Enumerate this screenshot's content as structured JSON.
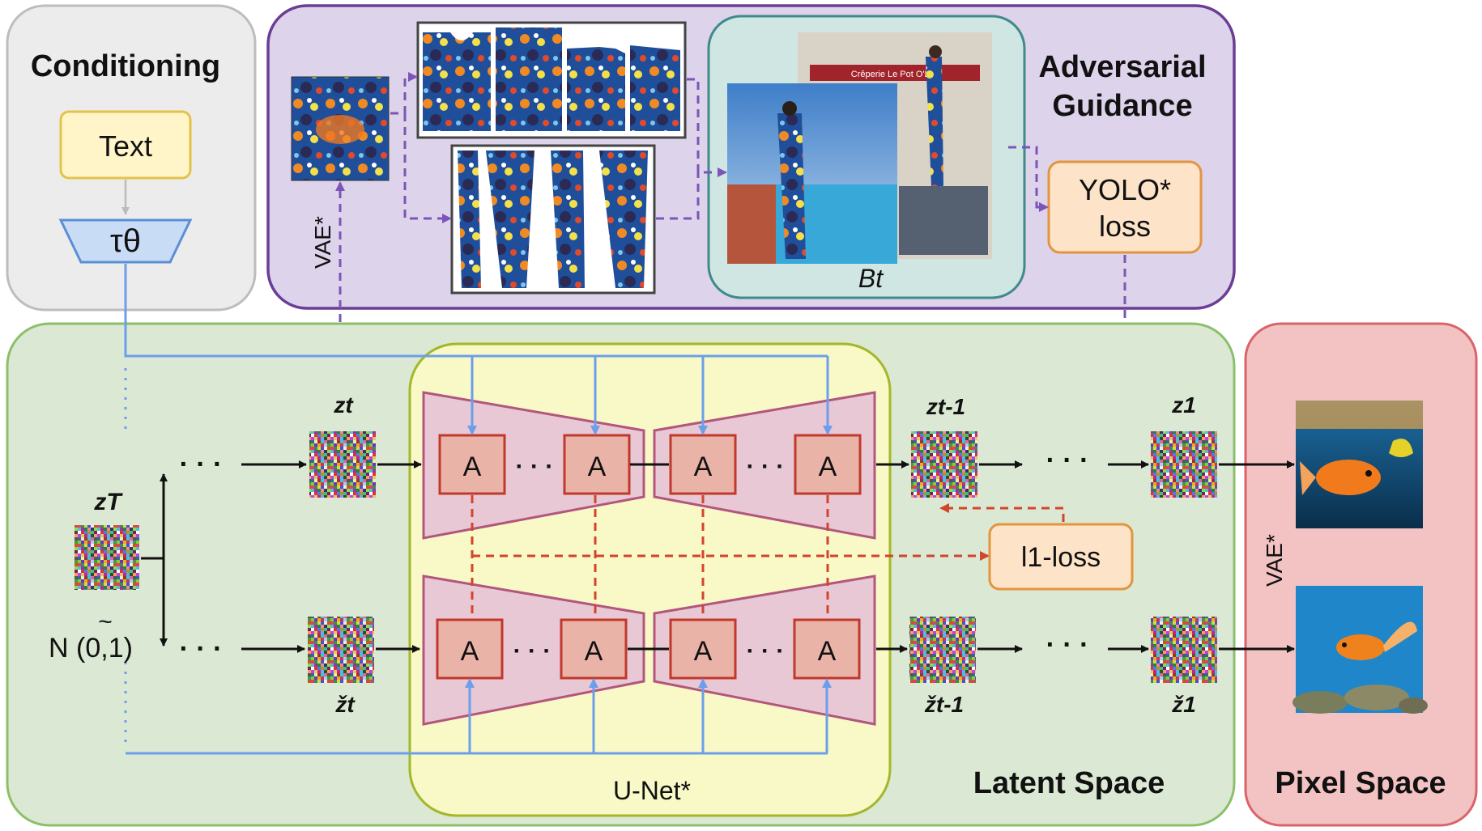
{
  "conditioning": {
    "title": "Conditioning",
    "text_box": "Text",
    "encoder": "τθ"
  },
  "adversarial": {
    "title_line1": "Adversarial",
    "title_line2": "Guidance",
    "vae_label": "VAE*",
    "backgrounds_label": "Bt",
    "yolo_line1": "YOLO*",
    "yolo_line2": "loss",
    "shop_sign": "Crêperie Le Pot O'Lait"
  },
  "latent": {
    "title": "Latent Space",
    "unet_label": "U-Net*",
    "attention_block": "A",
    "dots": "· · ·",
    "zT": "zT",
    "noise": "N (0,1)",
    "tilde": "~",
    "zt": "zt",
    "zt_check": "žt",
    "zt1": "zt-1",
    "zt1_check": "žt-1",
    "z1": "z1",
    "z1_check": "ž1",
    "l1_loss": "l1-loss"
  },
  "pixel": {
    "title": "Pixel Space",
    "vae_label": "VAE*"
  },
  "colors": {
    "blue_arrow": "#6d9eeb",
    "purple_dash": "#7d55b8",
    "red_dash": "#d2442c",
    "block_fill": "#eab3a8",
    "block_edge": "#c0392b"
  }
}
